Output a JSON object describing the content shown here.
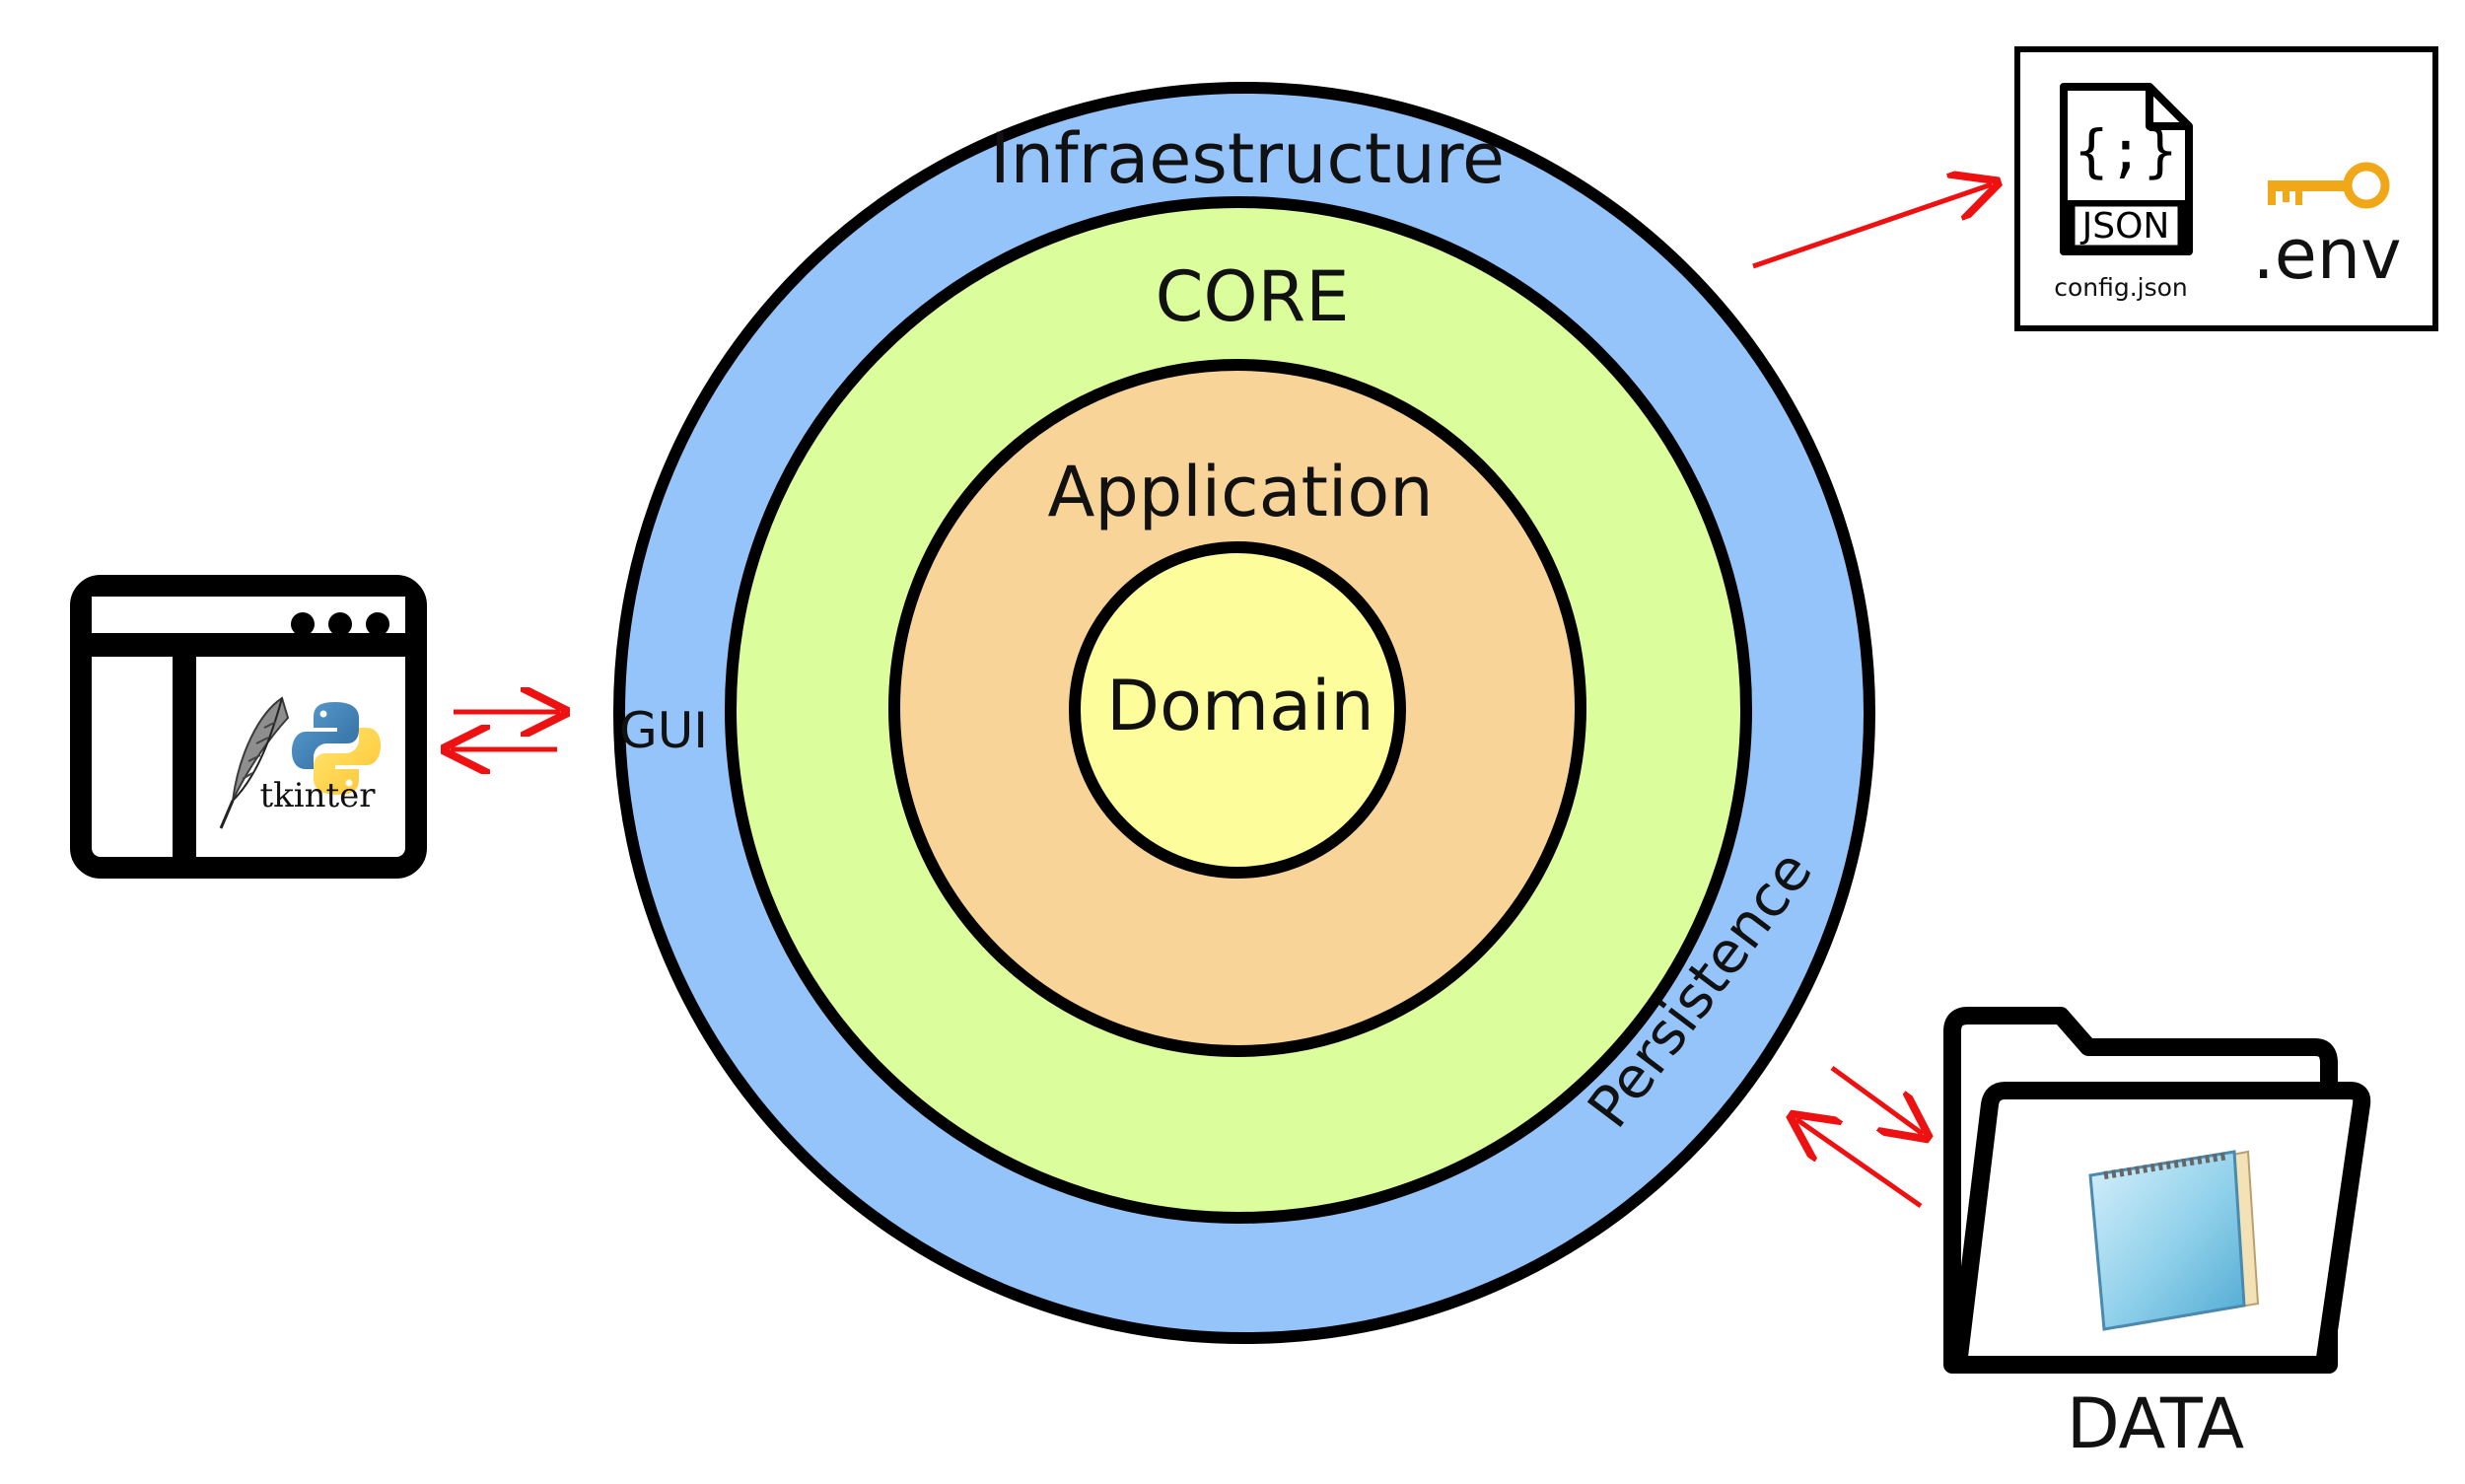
{
  "layers": {
    "infrastructure": "Infraestructure",
    "core": "CORE",
    "application": "Application",
    "domain": "Domain"
  },
  "ports": {
    "gui": "GUI",
    "persistence": "Persistence"
  },
  "gui_window": {
    "library": "tkinter"
  },
  "config_box": {
    "json_badge": "JSON",
    "json_glyph": "{;}",
    "json_file": "config.json",
    "env_file": ".env"
  },
  "data_store": {
    "label": "DATA"
  },
  "colors": {
    "infrastructure": "#95c4fb",
    "core": "#dcfd9c",
    "application": "#f9d499",
    "domain": "#fefd9c",
    "arrows": "#ee1111",
    "key": "#f0a818"
  }
}
